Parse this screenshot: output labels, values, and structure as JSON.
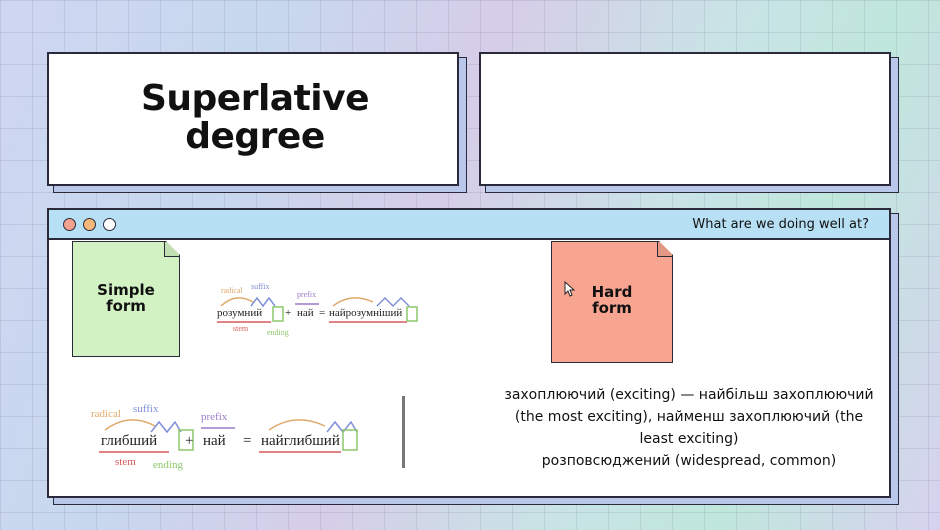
{
  "title": {
    "line1": "Superlative",
    "line2": "degree"
  },
  "window": {
    "header_text": "What are we doing well at?"
  },
  "notes": {
    "simple": {
      "line1": "Simple",
      "line2": "form"
    },
    "hard": {
      "line1": "Hard",
      "line2": "form"
    }
  },
  "formula_small": {
    "labels": {
      "radical": "radical",
      "suffix": "suffix",
      "prefix": "prefix",
      "stem": "stem",
      "ending": "ending"
    },
    "word1": "розумний",
    "plus": "+",
    "prefix_word": "най",
    "equals": "=",
    "result": "найрозумніший"
  },
  "formula_large": {
    "labels": {
      "radical": "radical",
      "suffix": "suffix",
      "prefix": "prefix",
      "stem": "stem",
      "ending": "ending"
    },
    "word1": "глибший",
    "plus": "+",
    "prefix_word": "най",
    "equals": "=",
    "result": "найглибший"
  },
  "examples": {
    "line1": "захоплюючий (exciting) — найбільш захоплюючий",
    "line2": "(the most exciting), найменш захоплюючий (the",
    "line3": "least exciting)",
    "line4": "розповсюджений (widespread, common)"
  },
  "colors": {
    "simple_note": "#d3f2c3",
    "hard_note": "#f7a590",
    "titlebar": "#b8e0f5"
  },
  "icons": {
    "cursor": "mouse-pointer-icon"
  }
}
